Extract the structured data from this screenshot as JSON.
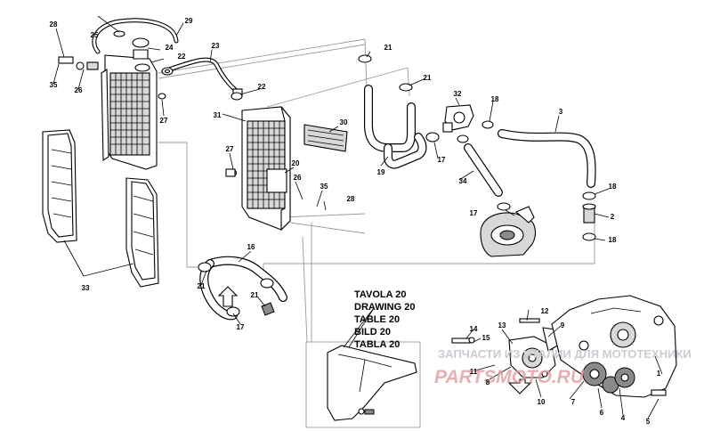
{
  "title_block": {
    "lines": [
      {
        "label": "TAVOLA",
        "number": "20"
      },
      {
        "label": "DRAWING",
        "number": "20"
      },
      {
        "label": "TABLE",
        "number": "20"
      },
      {
        "label": "BILD",
        "number": "20"
      },
      {
        "label": "TABLA",
        "number": "20"
      }
    ]
  },
  "watermark": {
    "line": "ЗАПЧАСТИ ИЗ ИТАЛИИ ДЛЯ МОТОТЕХНИКИ",
    "site": "PARTSMOTO.RU"
  },
  "callouts": [
    "28",
    "29",
    "25",
    "24",
    "22",
    "35",
    "26",
    "27",
    "23",
    "22",
    "31",
    "21",
    "21",
    "30",
    "32",
    "18",
    "3",
    "19",
    "17",
    "34",
    "20",
    "27",
    "26",
    "35",
    "28",
    "18",
    "17",
    "2",
    "18",
    "33",
    "16",
    "21",
    "21",
    "17",
    "12",
    "9",
    "14",
    "15",
    "13",
    "11",
    "8",
    "10",
    "7",
    "6",
    "4",
    "5",
    "1"
  ],
  "icons": {
    "flow_arrow": "down-arrow-icon",
    "flow_arrow_up": "up-arrow-icon"
  }
}
